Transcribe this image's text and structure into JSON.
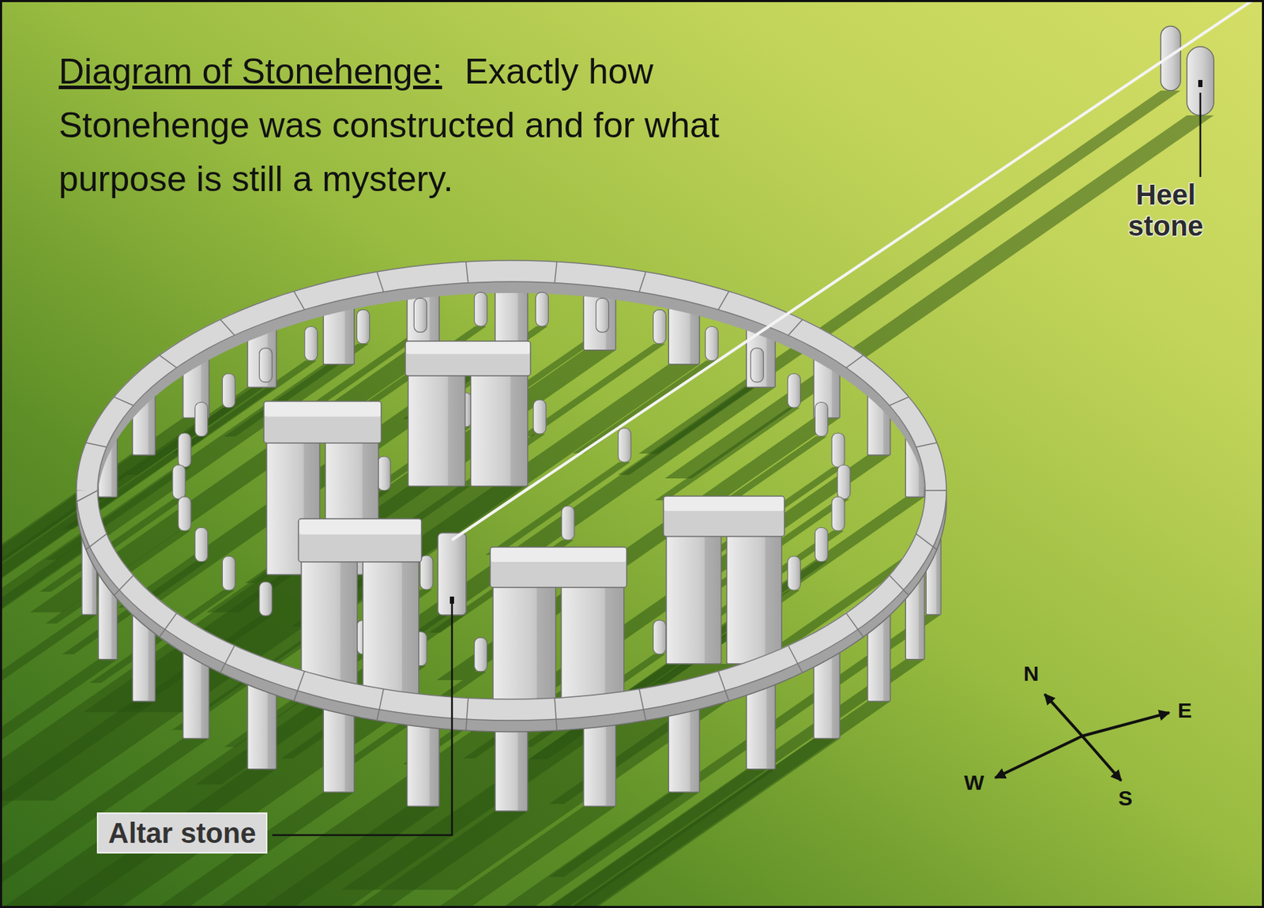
{
  "diagram": {
    "title": "Diagram of Stonehenge:",
    "caption": "Exactly how Stonehenge was constructed and for what purpose is still a mystery.",
    "nodes": [
      {
        "text": [
          "Altar stone"
        ]
      }
    ],
    "labels": [
      "Heel stone",
      "N",
      "E",
      "S",
      "W"
    ]
  }
}
